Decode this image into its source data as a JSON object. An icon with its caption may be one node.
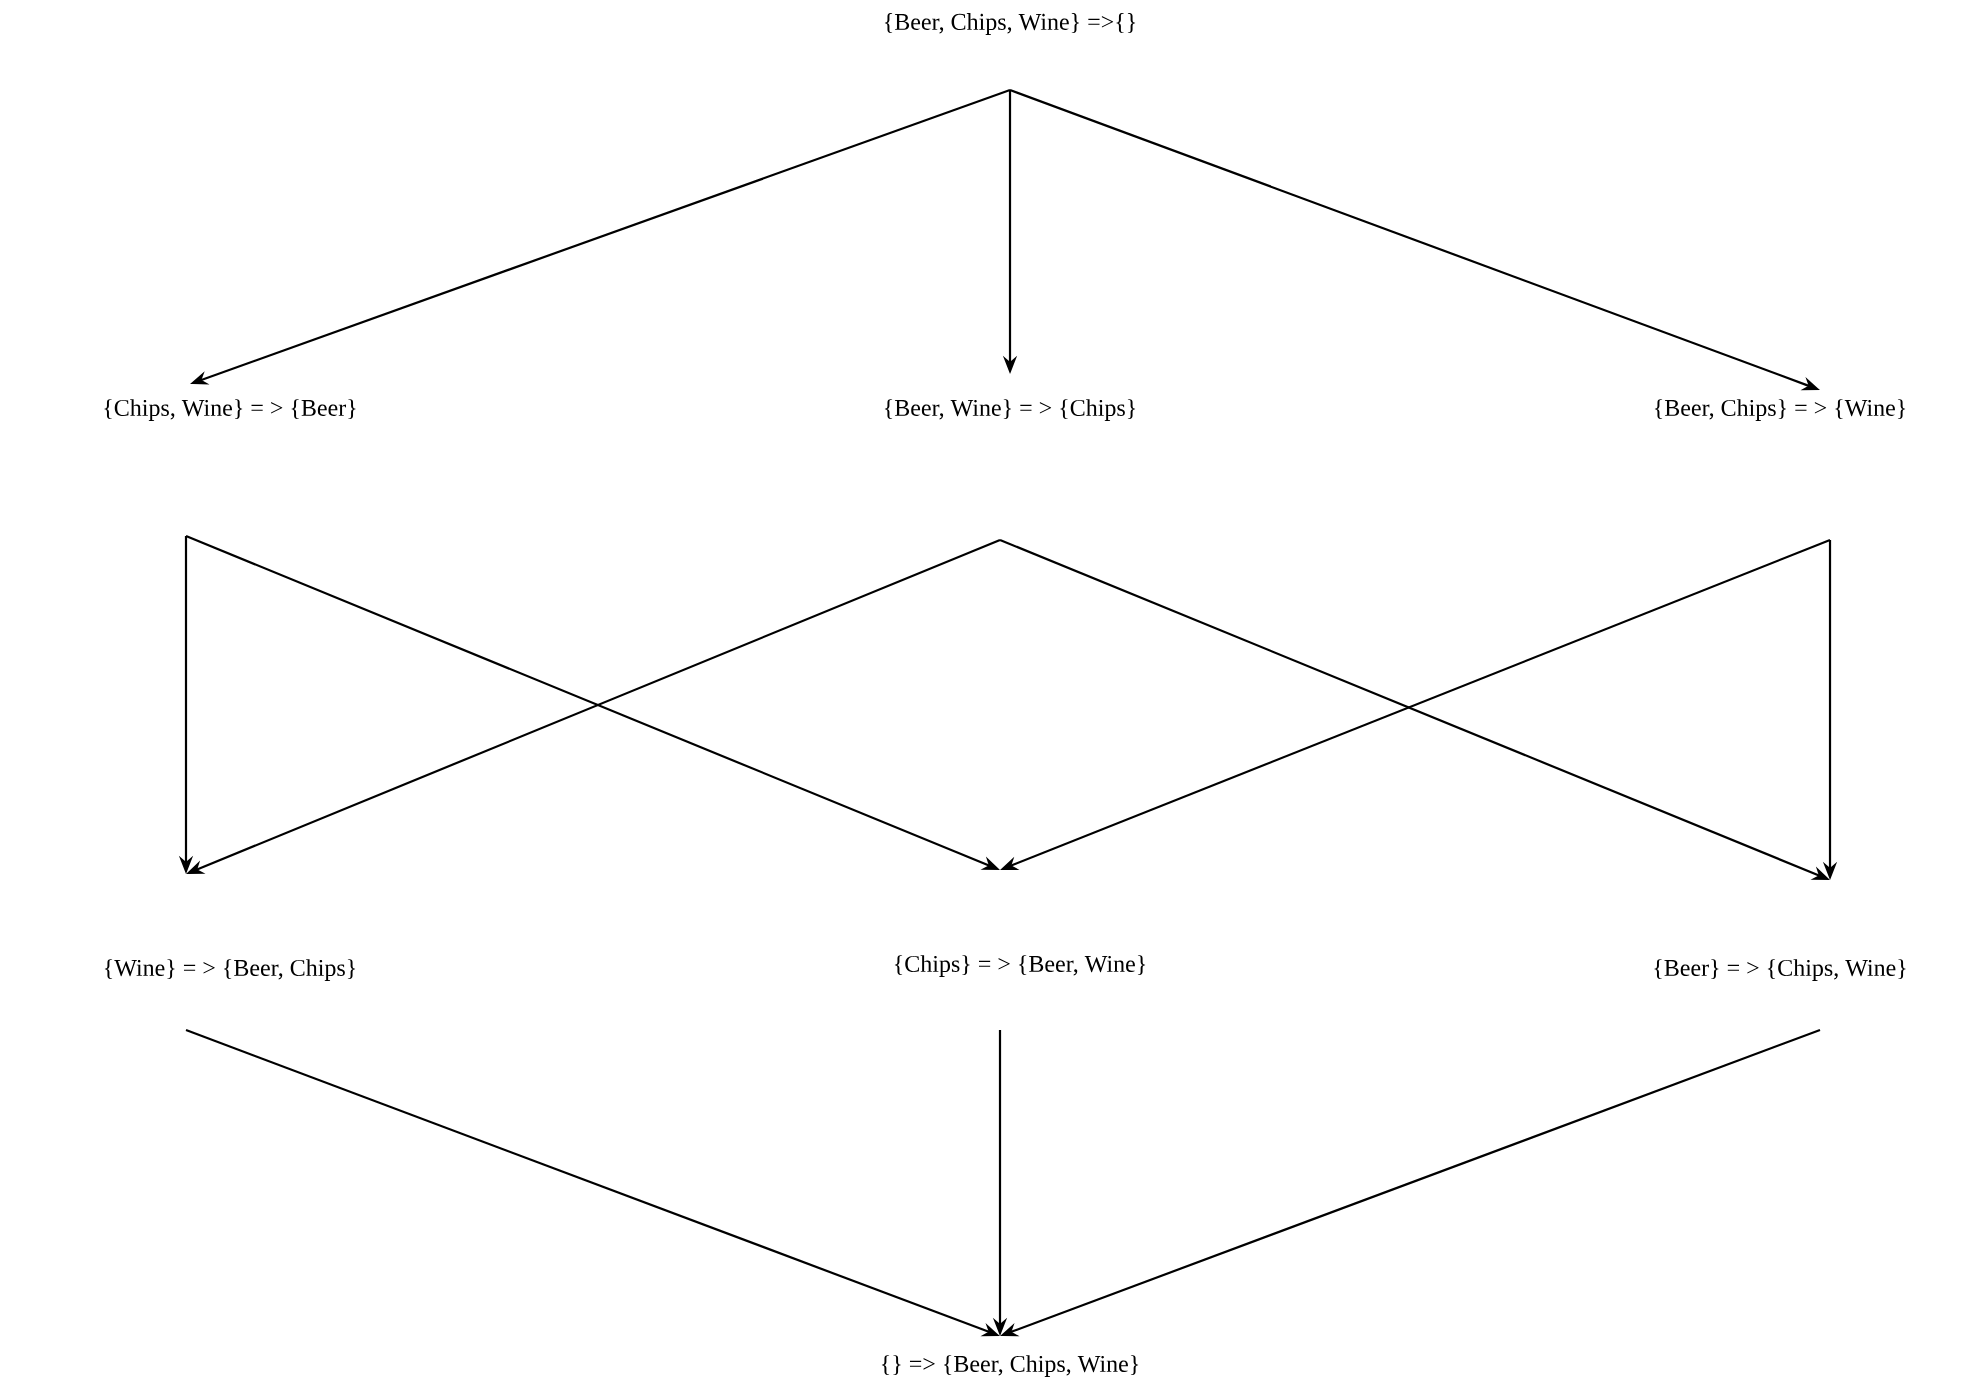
{
  "diagram": {
    "nodes": [
      {
        "text": [
          "{Beer, Chips, Wine} =>{}"
        ]
      },
      {
        "text": [
          "{Chips, Wine} = > {Beer}"
        ]
      },
      {
        "text": [
          "{Beer, Wine} = > {Chips}"
        ]
      },
      {
        "text": [
          "{Beer, Chips} = > {Wine}"
        ]
      },
      {
        "text": [
          "{Wine} = > {Beer, Chips}"
        ]
      },
      {
        "text": [
          "{Chips} = > {Beer, Wine}"
        ]
      },
      {
        "text": [
          "{Beer} = > {Chips, Wine}"
        ]
      },
      {
        "text": [
          "{} => {Beer, Chips, Wine}"
        ]
      }
    ],
    "edges": [
      {
        "from": 0,
        "to": 1,
        "arrow": "to"
      },
      {
        "from": 0,
        "to": 2,
        "arrow": "to"
      },
      {
        "from": 0,
        "to": 3,
        "arrow": "to"
      },
      {
        "from": 1,
        "to": 4,
        "arrow": "to"
      },
      {
        "from": 1,
        "to": 5,
        "arrow": "to"
      },
      {
        "from": 2,
        "to": 4,
        "arrow": "to"
      },
      {
        "from": 2,
        "to": 6,
        "arrow": "to"
      },
      {
        "from": 3,
        "to": 5,
        "arrow": "to"
      },
      {
        "from": 3,
        "to": 6,
        "arrow": "to"
      },
      {
        "from": 4,
        "to": 7,
        "arrow": "to"
      },
      {
        "from": 5,
        "to": 7,
        "arrow": "to"
      },
      {
        "from": 6,
        "to": 7,
        "arrow": "to"
      }
    ]
  }
}
